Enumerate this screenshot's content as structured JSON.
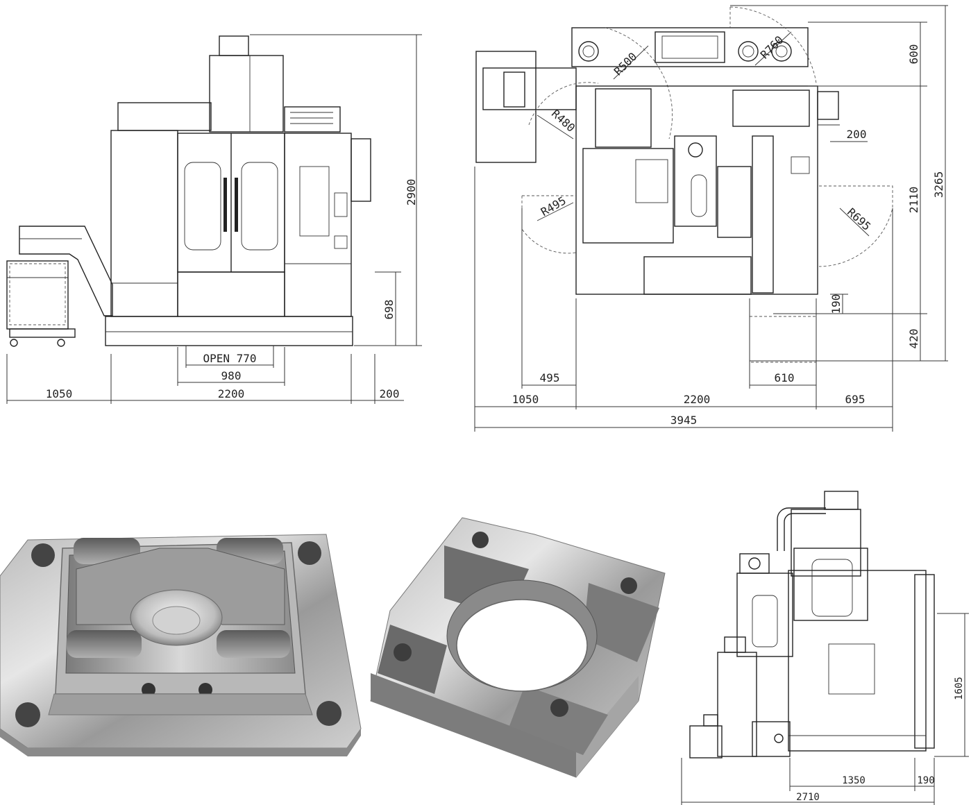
{
  "front_view": {
    "dims": {
      "height_total": "2900",
      "height_table": "698",
      "door_open": "OPEN 770",
      "door_width": "980",
      "chip_conveyor": "1050",
      "machine_width": "2200",
      "right_clearance": "200"
    }
  },
  "top_view": {
    "dims": {
      "radius_rear": "R500",
      "radius_rear_right": "R760",
      "radius_conveyor": "R480",
      "radius_left_door": "R495",
      "radius_right_door": "R695",
      "depth_rear": "600",
      "depth_main": "2110",
      "depth_total": "3265",
      "depth_front": "420",
      "panel_offset": "190",
      "side_offset": "200",
      "left_door": "495",
      "right_panel": "610",
      "left_total": "1050",
      "machine_width": "2200",
      "right_total": "695",
      "overall_width": "3945"
    }
  },
  "side_view": {
    "dims": {
      "height": "1605",
      "depth_main": "1350",
      "depth_front": "190",
      "depth_total": "2710"
    }
  },
  "photos": {
    "part1": "machined-mold-plate",
    "part2": "machined-square-block"
  },
  "colors": {
    "line": "#222222",
    "metal_light": "#d9d9d9",
    "metal_mid": "#a8a8a8",
    "metal_dark": "#5e5e5e"
  }
}
